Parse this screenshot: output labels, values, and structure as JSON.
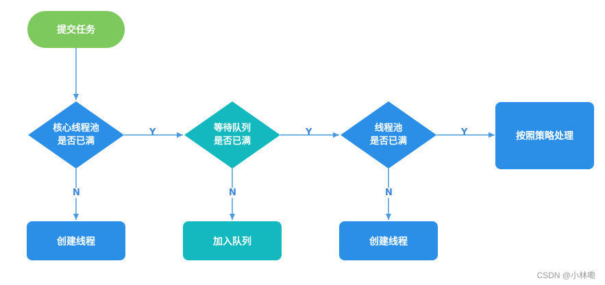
{
  "start": {
    "label": "提交任务"
  },
  "decisions": [
    {
      "line1": "核心线程池",
      "line2": "是否已满",
      "color": "#2b8fe8"
    },
    {
      "line1": "等待队列",
      "line2": "是否已满",
      "color": "#14b8bf"
    },
    {
      "line1": "线程池",
      "line2": "是否已满",
      "color": "#2b8fe8"
    }
  ],
  "actions": [
    {
      "label": "创建线程"
    },
    {
      "label": "加入队列"
    },
    {
      "label": "创建线程"
    }
  ],
  "final": {
    "label": "按照策略处理"
  },
  "edges": {
    "yes": "Y",
    "no": "N"
  },
  "colors": {
    "start": "#7dc95d",
    "blue": "#2b8fe8",
    "teal": "#14b8bf",
    "arrow": "#4a9ae0"
  },
  "watermark": "CSDN @小林嘞"
}
